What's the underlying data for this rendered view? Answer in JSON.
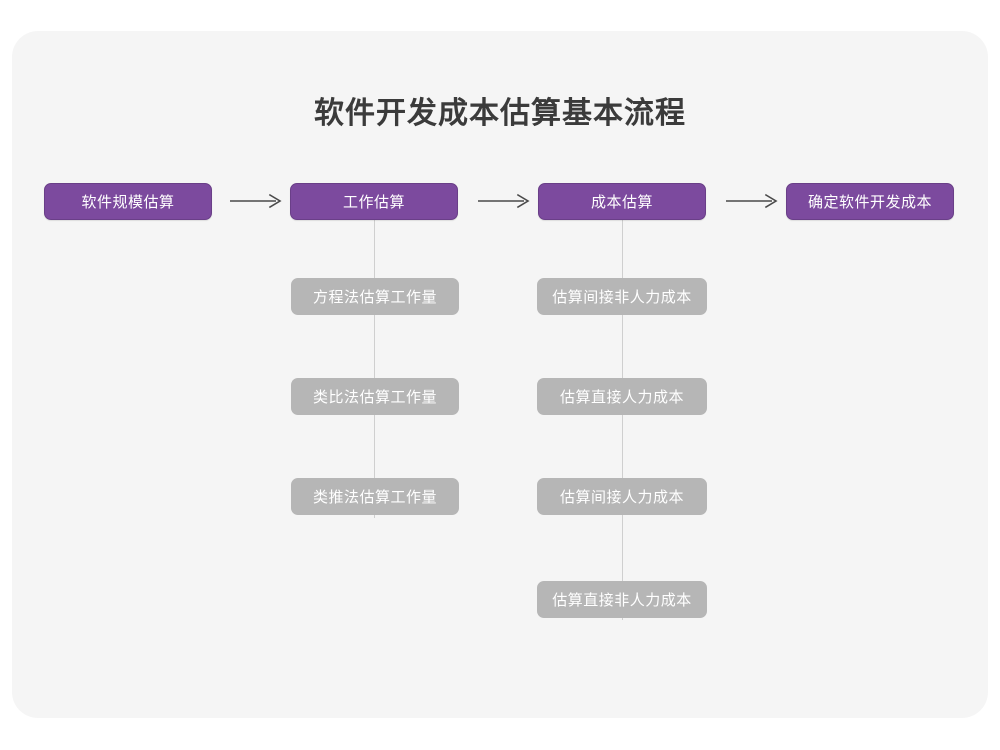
{
  "title": "软件开发成本估算基本流程",
  "flow": {
    "main_steps": [
      {
        "label": "软件规模估算"
      },
      {
        "label": "工作估算"
      },
      {
        "label": "成本估算"
      },
      {
        "label": "确定软件开发成本"
      }
    ],
    "arrows": [
      {
        "glyph": "arrow-right-icon"
      },
      {
        "glyph": "arrow-right-icon"
      },
      {
        "glyph": "arrow-right-icon"
      }
    ],
    "effort_substeps": [
      {
        "label": "方程法估算工作量"
      },
      {
        "label": "类比法估算工作量"
      },
      {
        "label": "类推法估算工作量"
      }
    ],
    "cost_substeps": [
      {
        "label": "估算间接非人力成本"
      },
      {
        "label": "估算直接人力成本"
      },
      {
        "label": "估算间接人力成本"
      },
      {
        "label": "估算直接非人力成本"
      }
    ]
  },
  "colors": {
    "primary": "#7c4a9e",
    "primary_border": "#6a3f88",
    "sub": "#b6b6b6",
    "card": "#f5f5f5",
    "page": "#ffffff",
    "title_text": "#3b3b3b",
    "connector": "#cfcfcf",
    "arrow": "#4a4a4a"
  }
}
